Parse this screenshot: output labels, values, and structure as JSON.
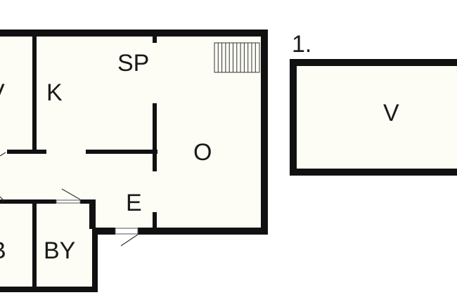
{
  "colors": {
    "wall": "#111111",
    "floor": "#fdfdf5",
    "background": "#ffffff",
    "door": "#ffffff"
  },
  "floor_number": "1.",
  "rooms": {
    "v_left": "V",
    "b_left": "B",
    "k": "K",
    "sp": "SP",
    "o": "O",
    "e": "E",
    "by": "BY",
    "v_right": "V"
  }
}
